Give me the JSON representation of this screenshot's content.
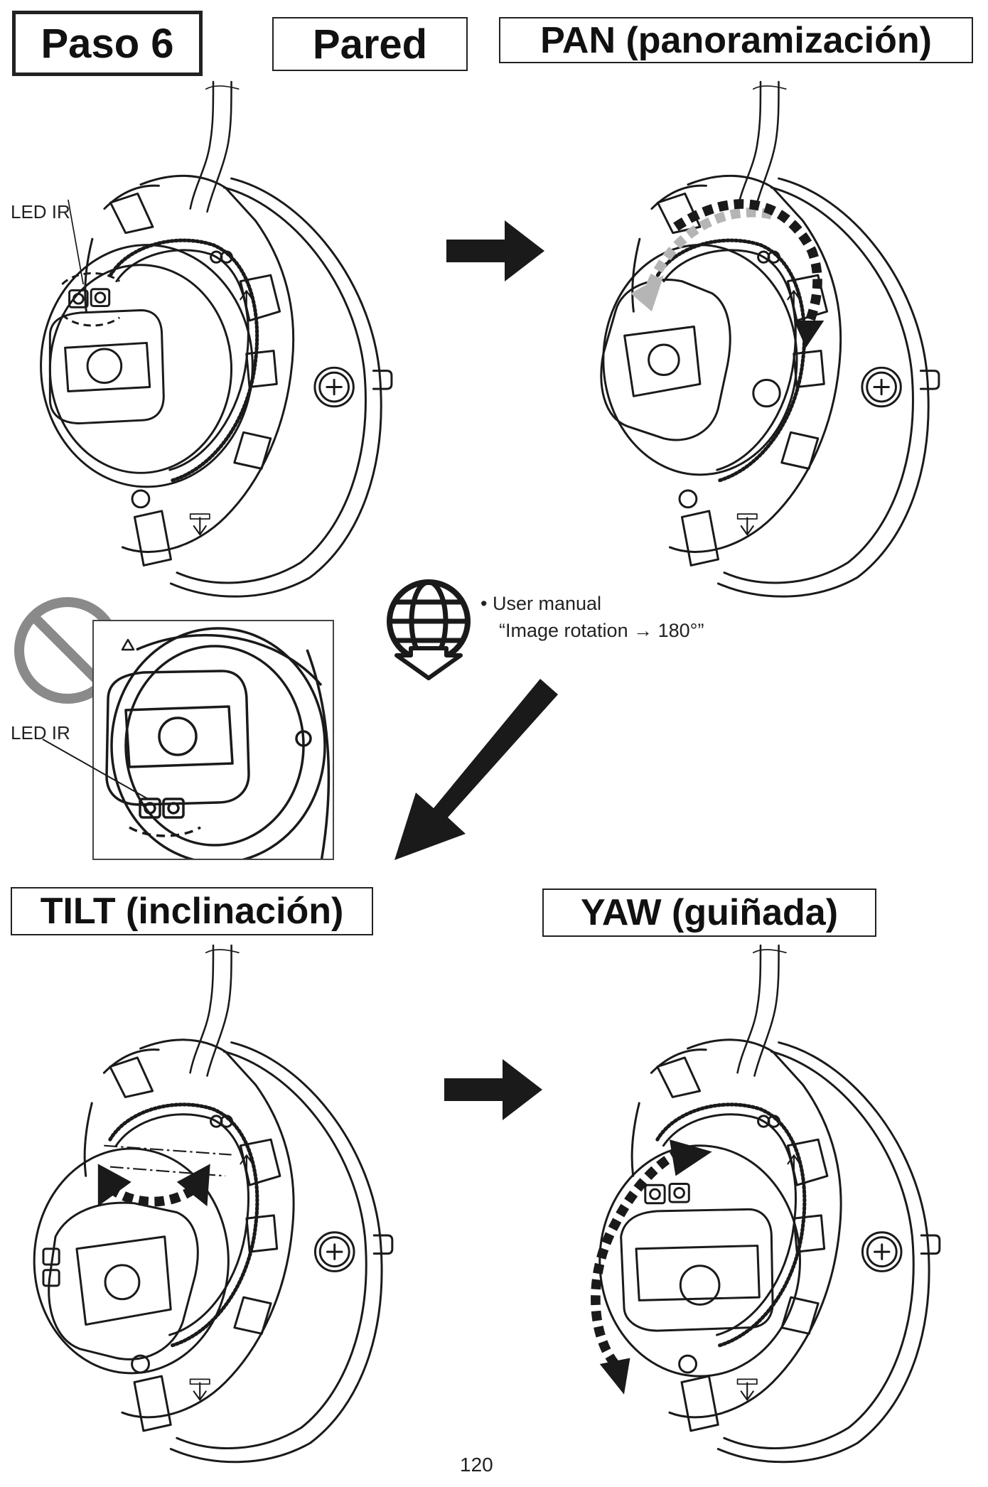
{
  "header": {
    "step_label": "Paso 6",
    "mount_label": "Pared",
    "pan_label": "PAN (panoramización)"
  },
  "panels": {
    "led_ir_label_top": "LED IR",
    "led_ir_label_inset": "LED IR",
    "tilt_label": "TILT (inclinación)",
    "yaw_label": "YAW (guiñada)"
  },
  "note": {
    "bullet": "•",
    "line1": "User manual",
    "line2": "“Image rotation → 180°”"
  },
  "icons": {
    "globe": "globe-download-icon",
    "prohibited": "prohibited-icon",
    "arrow": "arrow-right-icon"
  },
  "colors": {
    "line": "#1a1a1a",
    "prohibited": "#8a8a8a",
    "pan_arrow_light": "#b5b5b5"
  },
  "footer": {
    "page_number": "120"
  }
}
